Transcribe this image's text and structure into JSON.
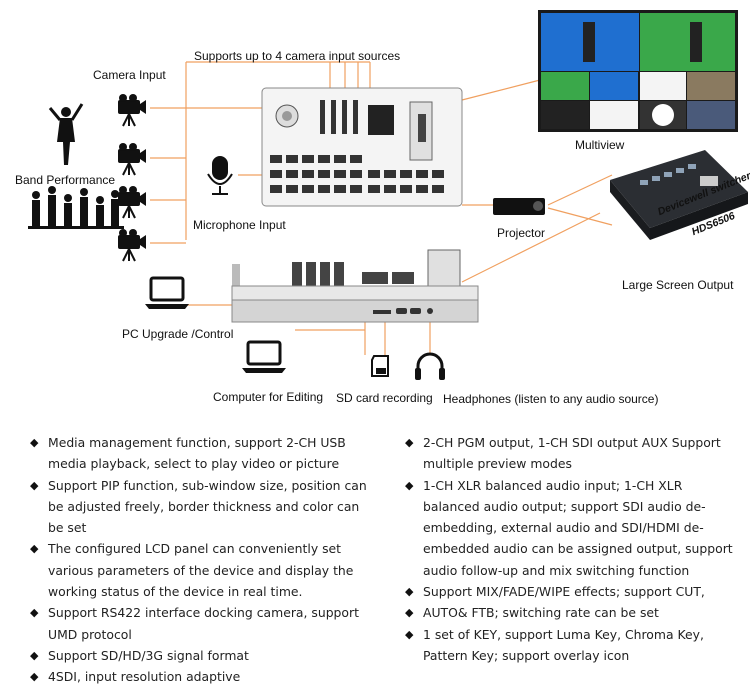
{
  "labels": {
    "camera_sources": "Supports up to 4 camera input sources",
    "camera_input": "Camera Input",
    "band_performance": "Band Performance",
    "microphone_input": "Microphone Input",
    "multiview": "Multiview",
    "projector": "Projector",
    "switcher_brand": "Devicewell switcher",
    "switcher_model": "HDS6506",
    "large_screen": "Large Screen Output",
    "pc_upgrade": "PC Upgrade /Control",
    "computer_editing": "Computer for Editing",
    "sd_card": "SD card recording",
    "headphones": "Headphones (listen to any audio source)"
  },
  "features_left": [
    "Media management function, support 2-CH USB media playback, select to play video or picture",
    "Support PIP function, sub-window size, position can be adjusted freely, border thickness and color can be set",
    "The configured LCD panel can conveniently set various parameters of the device and display the working status of the device in real time.",
    "Support RS422 interface docking camera, support UMD protocol",
    "Support SD/HD/3G signal format",
    "4SDI, input resolution adaptive"
  ],
  "features_right": [
    "2-CH PGM output, 1-CH SDI output AUX Support multiple preview modes",
    "1-CH XLR balanced audio input; 1-CH XLR balanced audio output; support SDI audio de-embedding, external audio and SDI/HDMI de-embedded audio can be assigned output, support audio follow-up and mix switching function",
    "Support MIX/FADE/WIPE effects; support CUT,",
    "AUTO& FTB; switching rate can be set",
    "1 set of KEY, support Luma Key, Chroma Key, Pattern Key; support overlay icon"
  ],
  "colors": {
    "line": "#f0a060",
    "multiview_blue": "#1f6fd0",
    "multiview_green": "#3aa84a"
  }
}
